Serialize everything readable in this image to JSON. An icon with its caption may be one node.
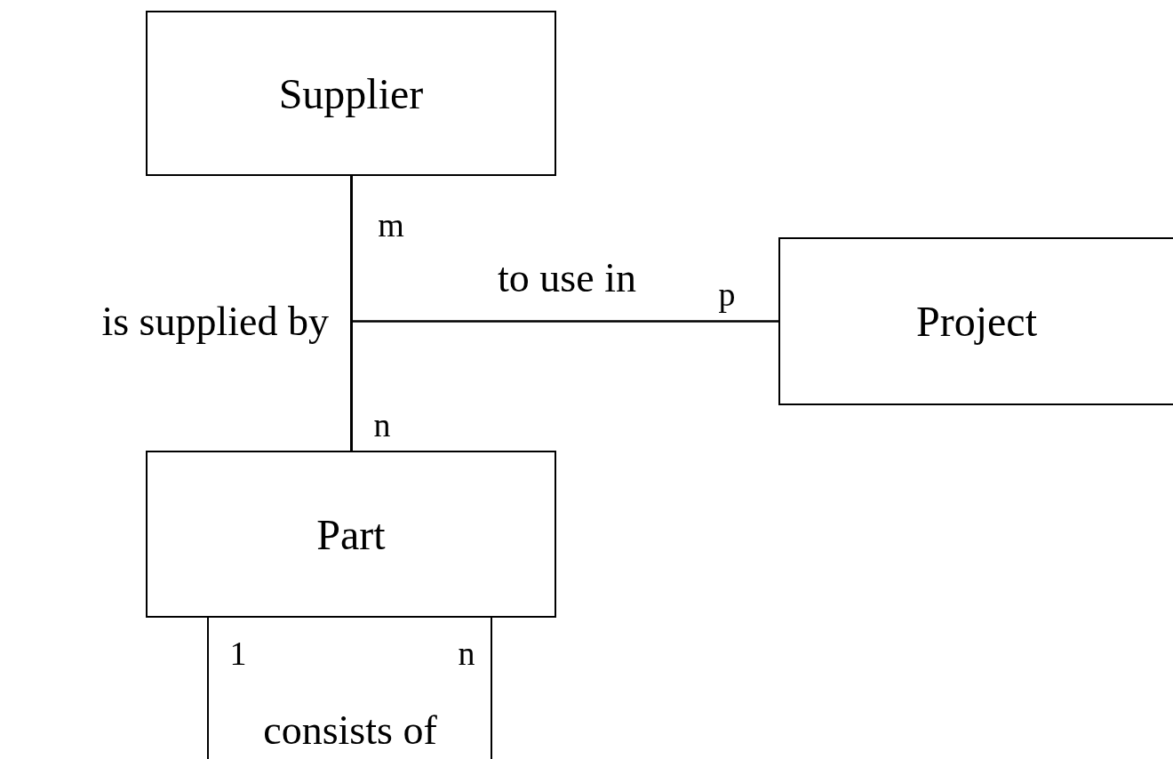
{
  "diagram": {
    "nodes": [
      {
        "text": [
          "Supplier"
        ]
      },
      {
        "text": [
          "Project"
        ]
      },
      {
        "text": [
          "Part"
        ]
      }
    ],
    "edges": [
      {
        "from": 0,
        "to": 2,
        "arrow": "none",
        "label": "is supplied by"
      },
      {
        "from": 0,
        "to": 1,
        "arrow": "none",
        "label": "to use in"
      },
      {
        "from": 2,
        "to": 1,
        "arrow": "none"
      },
      {
        "from": 2,
        "to": 2,
        "arrow": "none",
        "label": "consists of"
      }
    ],
    "labels": [
      "m",
      "p",
      "n",
      "1",
      "n"
    ]
  }
}
